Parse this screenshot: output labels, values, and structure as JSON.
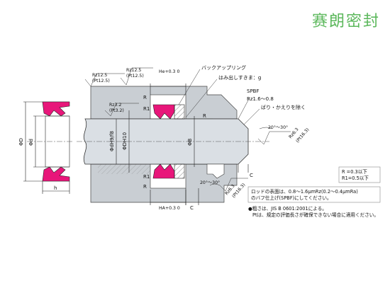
{
  "brand": "赛朗密封",
  "colors": {
    "seal": "#e8167a",
    "housing": "#c9ced3",
    "rod": "#dadfe4",
    "brand": "#5cb85c"
  },
  "labels": {
    "backup_ring": "バックアップリング",
    "extrusion_gap": "はみ出しすきま：g",
    "spbf": "SPBF",
    "spbf_rz": "Rz1.6〜0.8",
    "deburr": "ばり・かえりを除く",
    "rz12_5_a": "Rz12.5",
    "pt12_5_a": "(Pt12.5)",
    "rz12_5_b": "Rz12.5",
    "pt12_5_b": "(Pt12.5)",
    "rz3_2": "Rz3.2",
    "pt3_2": "(Pt3.2)",
    "rz6_3_a": "Rz6.3",
    "pt16_3_a": "(Pt16.3)",
    "rz6_3_b": "Rz6.3",
    "pt16_3_b": "(Pt16.3)",
    "he_tol": "He+0.3 0",
    "ha_tol": "HA+0.3 0",
    "r": "R",
    "r1": "R1",
    "d_big": "ΦD",
    "d_small": "Φd",
    "h": "h",
    "dh10": "ΦDH10",
    "dh9f8": "ΦdH9/f8",
    "phi_b": "ΦB",
    "c": "C",
    "angle_a": "20°〜30°",
    "angle_b": "20°〜30°"
  },
  "notes": {
    "r_line1": "R =0.3以下",
    "r_line2": "R1=0.5以下",
    "rod_line1": "ロッドの表面は、0.8〜1.6μmRz(0.2〜0.4μmRa)",
    "rod_line2": "のバフ仕上げ(SPBF)にしてください。",
    "std_line1": "●粗さは、JIS B 0601:2001による。",
    "std_line2": "Ptは、規定の評価長さが確保できない場合に適用ください。"
  }
}
